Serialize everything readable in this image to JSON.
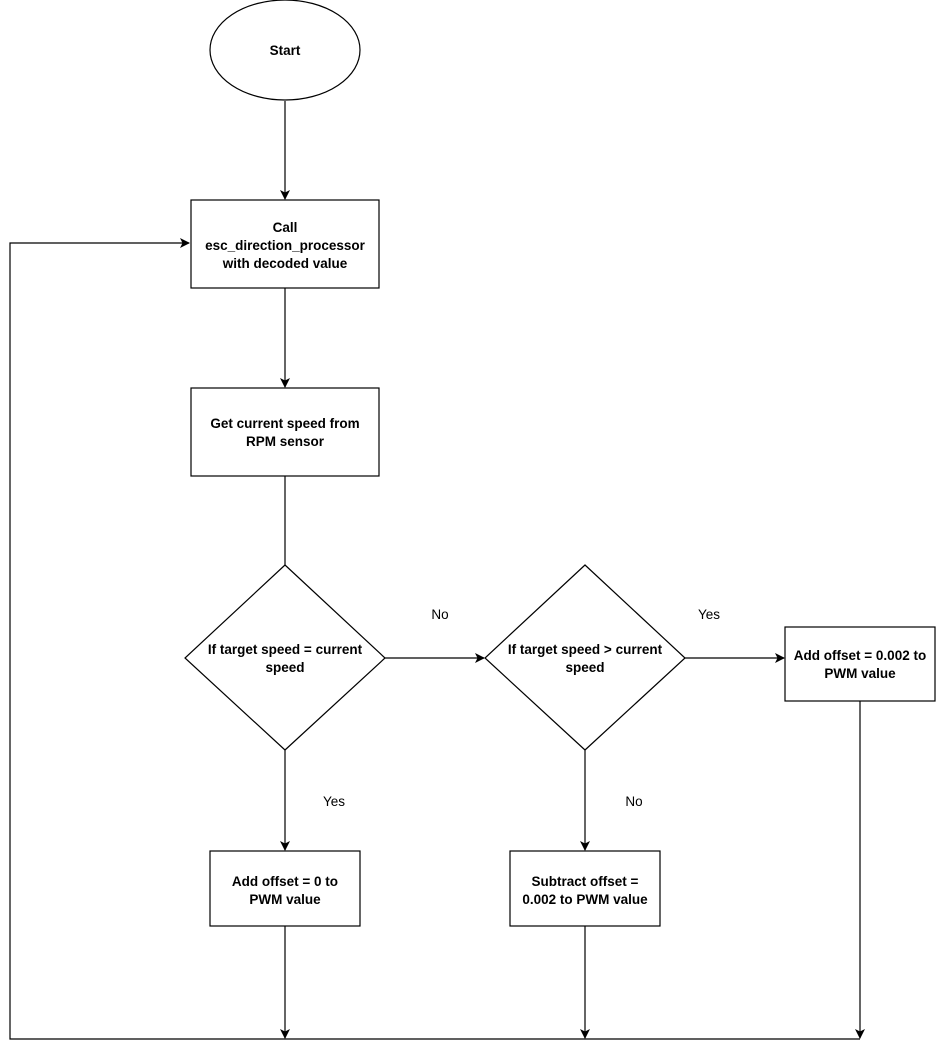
{
  "nodes": {
    "start": {
      "lines": [
        "Start"
      ]
    },
    "call_processor": {
      "lines": [
        "Call",
        "esc_direction_processor",
        "with decoded value"
      ]
    },
    "get_speed": {
      "lines": [
        "Get current speed from",
        "RPM sensor"
      ]
    },
    "decision_equal": {
      "lines": [
        "If target speed = current",
        "speed"
      ]
    },
    "decision_greater": {
      "lines": [
        "If target speed > current",
        "speed"
      ]
    },
    "add_offset_pos": {
      "lines": [
        "Add offset = 0.002 to",
        "PWM value"
      ]
    },
    "add_offset_zero": {
      "lines": [
        "Add offset = 0 to",
        "PWM value"
      ]
    },
    "subtract_offset": {
      "lines": [
        "Subtract offset =",
        "0.002 to PWM value"
      ]
    }
  },
  "edge_labels": {
    "equal_no": "No",
    "equal_yes": "Yes",
    "greater_yes": "Yes",
    "greater_no": "No"
  }
}
